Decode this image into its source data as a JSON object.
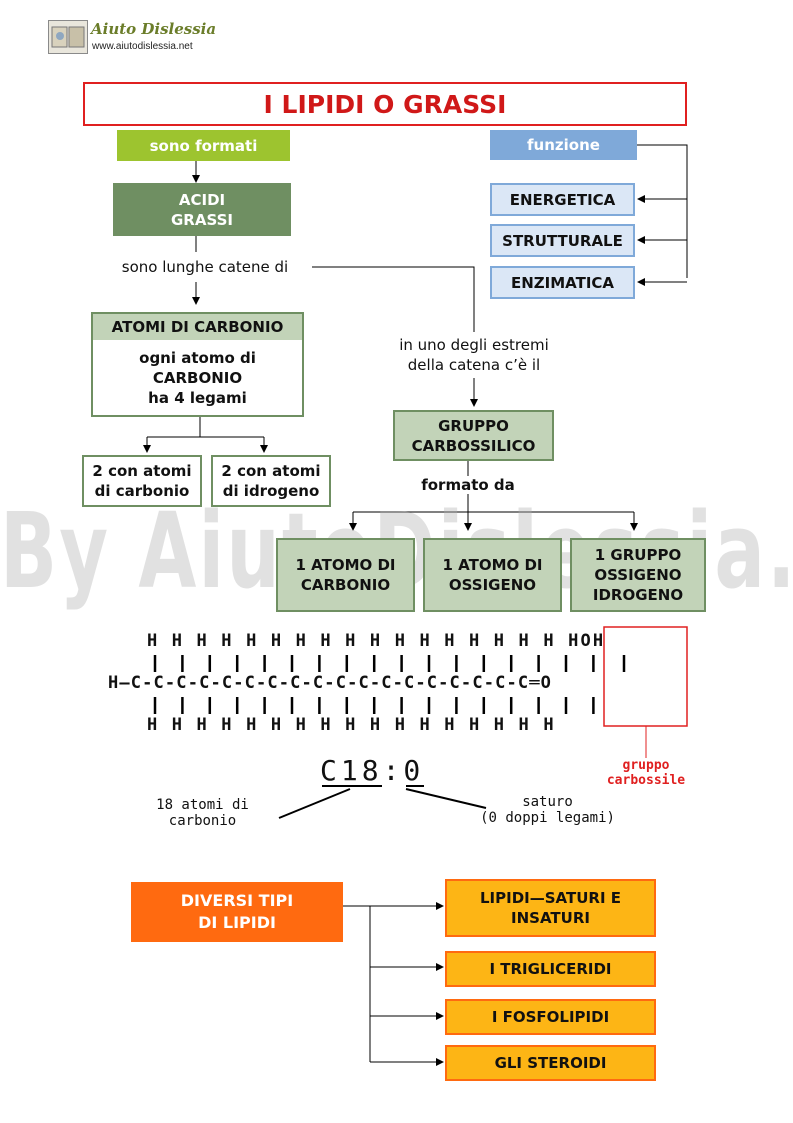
{
  "header": {
    "logo_title": "Aiuto Dislessia",
    "logo_url": "www.aiutodislessia.net"
  },
  "title": "I LIPIDI O GRASSI",
  "left": {
    "sono_formati": "sono formati",
    "acidi_grassi": [
      "ACIDI",
      "GRASSI"
    ],
    "sono_lunghe": "sono lunghe catene di",
    "atomi_carbonio": "ATOMI DI CARBONIO",
    "ogni_atomo": [
      "ogni atomo di",
      "CARBONIO",
      "ha 4 legami"
    ],
    "bond_a": [
      "2 con atomi",
      "di carbonio"
    ],
    "bond_b": [
      "2 con atomi",
      "di idrogeno"
    ]
  },
  "right": {
    "funzione": "funzione",
    "functions": [
      "ENERGETICA",
      "STRUTTURALE",
      "ENZIMATICA"
    ],
    "estremi": [
      "in uno degli estremi",
      "della catena c’è il"
    ],
    "gruppo": [
      "GRUPPO",
      "CARBOSSILICO"
    ],
    "formato_da": "formato da",
    "components": [
      [
        "1 ATOMO DI",
        "CARBONIO"
      ],
      [
        "1 ATOMO DI",
        "OSSIGENO"
      ],
      [
        "1 GRUPPO",
        "OSSIGENO",
        "IDROGENO"
      ]
    ]
  },
  "formula": {
    "top_row": "H H H H H H H H H H H H H H H H H HOH",
    "main_row": "H—C-C-C-C-C-C-C-C-C-C-C-C-C-C-C-C-C-C═O",
    "bottom_row": "H H H H H H H H H H H H H H H H H",
    "notation": "C18:0",
    "left_caption": [
      "18 atomi di",
      "carbonio"
    ],
    "right_caption": [
      "saturo",
      "(0 doppi legami)"
    ],
    "group_caption": [
      "gruppo",
      "carbossile"
    ]
  },
  "types": {
    "header": [
      "DIVERSI TIPI",
      "DI LIPIDI"
    ],
    "items": [
      [
        "LIPIDI—SATURI E",
        "INSATURI"
      ],
      [
        "I TRIGLICERIDI"
      ],
      [
        "I FOSFOLIPIDI"
      ],
      [
        "GLI STEROIDI"
      ]
    ]
  },
  "watermark": "By AiutoDislessia.net",
  "colors": {
    "title_red": "#e02020",
    "green": "#9dc42f",
    "blue": "#7fa9d9",
    "dark_green": "#6f8f62",
    "orange": "#ff6a10",
    "yellow": "#fdb515"
  }
}
